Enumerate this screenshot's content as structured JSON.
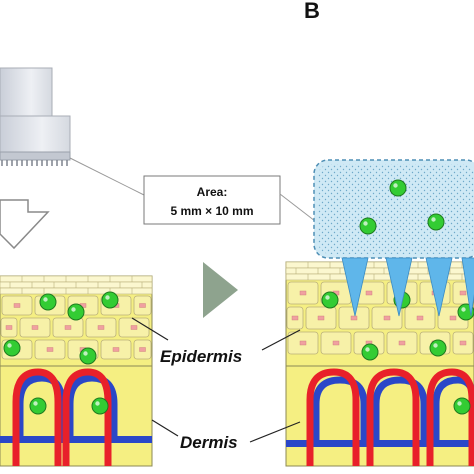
{
  "panel_label": "B",
  "area_callout": {
    "line1": "Area:",
    "line2": "5 mm × 10 mm"
  },
  "labels": {
    "epidermis": "Epidermis",
    "dermis": "Dermis"
  },
  "colors": {
    "skin_yellow": "#f5ef82",
    "cell_fill": "#f7f1a8",
    "cell_stroke": "#b9b07a",
    "particle_green": "#33cc33",
    "particle_edge": "#1f7a1f",
    "vessel_red": "#e8202a",
    "vessel_blue": "#2a47c8",
    "patch_fill": "#cfe9f5",
    "patch_stroke": "#4f8fb5",
    "needle_blue": "#5fb6ea",
    "arrow_gray": "#8ea38e",
    "applicator_gray": "#dfe3ea"
  }
}
